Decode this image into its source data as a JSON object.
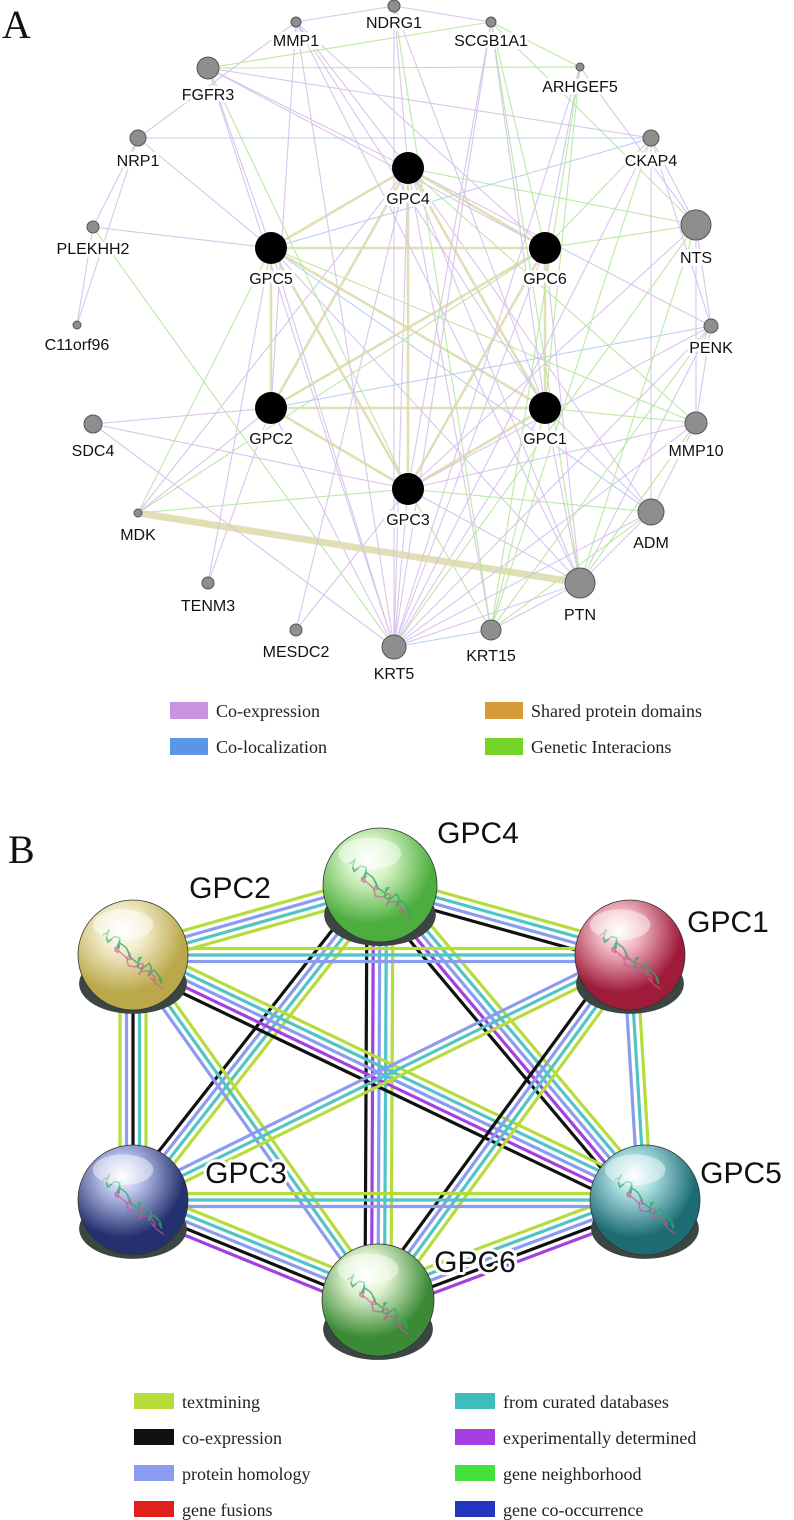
{
  "panel_a": {
    "letter": "A",
    "nodes": [
      {
        "id": "MMP1",
        "label": "MMP1",
        "type": "gray"
      },
      {
        "id": "NDRG1",
        "label": "NDRG1",
        "type": "gray"
      },
      {
        "id": "SCGB1A1",
        "label": "SCGB1A1",
        "type": "gray"
      },
      {
        "id": "FGFR3",
        "label": "FGFR3",
        "type": "gray"
      },
      {
        "id": "ARHGEF5",
        "label": "ARHGEF5",
        "type": "gray"
      },
      {
        "id": "NRP1",
        "label": "NRP1",
        "type": "gray"
      },
      {
        "id": "CKAP4",
        "label": "CKAP4",
        "type": "gray"
      },
      {
        "id": "GPC4",
        "label": "GPC4",
        "type": "query"
      },
      {
        "id": "PLEKHH2",
        "label": "PLEKHH2",
        "type": "gray"
      },
      {
        "id": "NTS",
        "label": "NTS",
        "type": "gray"
      },
      {
        "id": "GPC5",
        "label": "GPC5",
        "type": "query"
      },
      {
        "id": "GPC6",
        "label": "GPC6",
        "type": "query"
      },
      {
        "id": "C11orf96",
        "label": "C11orf96",
        "type": "gray"
      },
      {
        "id": "PENK",
        "label": "PENK",
        "type": "gray"
      },
      {
        "id": "SDC4",
        "label": "SDC4",
        "type": "gray"
      },
      {
        "id": "GPC2",
        "label": "GPC2",
        "type": "query"
      },
      {
        "id": "GPC1",
        "label": "GPC1",
        "type": "query"
      },
      {
        "id": "MMP10",
        "label": "MMP10",
        "type": "gray"
      },
      {
        "id": "MDK",
        "label": "MDK",
        "type": "gray"
      },
      {
        "id": "GPC3",
        "label": "GPC3",
        "type": "query"
      },
      {
        "id": "ADM",
        "label": "ADM",
        "type": "gray"
      },
      {
        "id": "TENM3",
        "label": "TENM3",
        "type": "gray"
      },
      {
        "id": "PTN",
        "label": "PTN",
        "type": "gray"
      },
      {
        "id": "MESDC2",
        "label": "MESDC2",
        "type": "gray"
      },
      {
        "id": "KRT5",
        "label": "KRT5",
        "type": "gray"
      },
      {
        "id": "KRT15",
        "label": "KRT15",
        "type": "gray"
      }
    ],
    "edges": [
      [
        "GPC4",
        "KRT5",
        "co-expression"
      ],
      [
        "GPC4",
        "KRT15",
        "co-expression"
      ],
      [
        "GPC4",
        "PTN",
        "co-expression"
      ],
      [
        "GPC4",
        "ADM",
        "co-expression"
      ],
      [
        "GPC4",
        "NTS",
        "genetic"
      ],
      [
        "GPC4",
        "MMP10",
        "genetic"
      ],
      [
        "GPC4",
        "PENK",
        "co-expression"
      ],
      [
        "GPC4",
        "MDK",
        "co-expression"
      ],
      [
        "GPC4",
        "GPC5",
        "shared"
      ],
      [
        "GPC4",
        "GPC6",
        "shared"
      ],
      [
        "GPC4",
        "GPC3",
        "shared"
      ],
      [
        "GPC4",
        "GPC2",
        "shared"
      ],
      [
        "GPC4",
        "GPC1",
        "shared"
      ],
      [
        "GPC4",
        "MMP1",
        "co-expression"
      ],
      [
        "GPC4",
        "NDRG1",
        "co-expression"
      ],
      [
        "GPC4",
        "FGFR3",
        "co-expression"
      ],
      [
        "GPC5",
        "GPC6",
        "shared"
      ],
      [
        "GPC5",
        "GPC3",
        "shared"
      ],
      [
        "GPC5",
        "GPC2",
        "shared"
      ],
      [
        "GPC5",
        "GPC1",
        "shared"
      ],
      [
        "GPC5",
        "PLEKHH2",
        "co-expression"
      ],
      [
        "GPC5",
        "NRP1",
        "co-expression"
      ],
      [
        "GPC5",
        "PTN",
        "co-expression"
      ],
      [
        "GPC5",
        "KRT5",
        "co-expression"
      ],
      [
        "GPC5",
        "MMP10",
        "genetic"
      ],
      [
        "GPC5",
        "CKAP4",
        "co-localization"
      ],
      [
        "GPC5",
        "FGFR3",
        "co-expression"
      ],
      [
        "GPC5",
        "ADM",
        "co-localization"
      ],
      [
        "GPC6",
        "GPC3",
        "shared"
      ],
      [
        "GPC6",
        "GPC2",
        "shared"
      ],
      [
        "GPC6",
        "GPC1",
        "shared"
      ],
      [
        "GPC6",
        "NTS",
        "genetic"
      ],
      [
        "GPC6",
        "FGFR3",
        "co-expression"
      ],
      [
        "GPC6",
        "MMP1",
        "co-expression"
      ],
      [
        "GPC6",
        "KRT5",
        "co-expression"
      ],
      [
        "GPC6",
        "PTN",
        "co-expression"
      ],
      [
        "GPC6",
        "MDK",
        "genetic"
      ],
      [
        "GPC6",
        "SCGB1A1",
        "genetic"
      ],
      [
        "GPC6",
        "ARHGEF5",
        "co-expression"
      ],
      [
        "GPC6",
        "CKAP4",
        "genetic"
      ],
      [
        "GPC2",
        "GPC3",
        "shared"
      ],
      [
        "GPC2",
        "GPC1",
        "shared"
      ],
      [
        "GPC2",
        "SDC4",
        "co-expression"
      ],
      [
        "GPC2",
        "TENM3",
        "co-expression"
      ],
      [
        "GPC2",
        "KRT5",
        "co-expression"
      ],
      [
        "GPC2",
        "MDK",
        "co-expression"
      ],
      [
        "GPC2",
        "PENK",
        "co-localization"
      ],
      [
        "GPC2",
        "MMP1",
        "co-expression"
      ],
      [
        "GPC1",
        "GPC3",
        "shared"
      ],
      [
        "GPC1",
        "KRT15",
        "genetic"
      ],
      [
        "GPC1",
        "KRT5",
        "co-expression"
      ],
      [
        "GPC1",
        "PTN",
        "co-expression"
      ],
      [
        "GPC1",
        "NDRG1",
        "co-expression"
      ],
      [
        "GPC1",
        "SCGB1A1",
        "co-expression"
      ],
      [
        "GPC1",
        "MMP10",
        "genetic"
      ],
      [
        "GPC1",
        "ADM",
        "co-expression"
      ],
      [
        "GPC1",
        "ARHGEF5",
        "genetic"
      ],
      [
        "GPC3",
        "KRT5",
        "co-expression"
      ],
      [
        "GPC3",
        "KRT15",
        "genetic"
      ],
      [
        "GPC3",
        "PTN",
        "co-expression"
      ],
      [
        "GPC3",
        "ADM",
        "genetic"
      ],
      [
        "GPC3",
        "MMP10",
        "co-expression"
      ],
      [
        "GPC3",
        "PENK",
        "co-expression"
      ],
      [
        "GPC3",
        "NTS",
        "co-expression"
      ],
      [
        "GPC3",
        "MDK",
        "genetic"
      ],
      [
        "GPC3",
        "FGFR3",
        "genetic"
      ],
      [
        "GPC3",
        "SCGB1A1",
        "co-expression"
      ],
      [
        "GPC3",
        "MESDC2",
        "co-expression"
      ],
      [
        "GPC3",
        "SDC4",
        "co-expression"
      ],
      [
        "MDK",
        "PTN",
        "shared"
      ],
      [
        "MMP1",
        "KRT5",
        "co-expression"
      ],
      [
        "MMP1",
        "NDRG1",
        "co-expression"
      ],
      [
        "MMP1",
        "GPC1",
        "co-expression"
      ],
      [
        "NDRG1",
        "KRT5",
        "co-expression"
      ],
      [
        "NDRG1",
        "KRT15",
        "genetic"
      ],
      [
        "NDRG1",
        "SCGB1A1",
        "co-expression"
      ],
      [
        "SCGB1A1",
        "KRT5",
        "co-expression"
      ],
      [
        "SCGB1A1",
        "ARHGEF5",
        "genetic"
      ],
      [
        "SCGB1A1",
        "PTN",
        "genetic"
      ],
      [
        "SCGB1A1",
        "NTS",
        "genetic"
      ],
      [
        "SCGB1A1",
        "FGFR3",
        "genetic"
      ],
      [
        "FGFR3",
        "ARHGEF5",
        "genetic"
      ],
      [
        "FGFR3",
        "CKAP4",
        "co-expression"
      ],
      [
        "ARHGEF5",
        "NTS",
        "co-expression"
      ],
      [
        "ARHGEF5",
        "KRT5",
        "co-expression"
      ],
      [
        "ARHGEF5",
        "KRT15",
        "genetic"
      ],
      [
        "CKAP4",
        "NTS",
        "co-expression"
      ],
      [
        "CKAP4",
        "KRT15",
        "genetic"
      ],
      [
        "CKAP4",
        "ADM",
        "co-expression"
      ],
      [
        "CKAP4",
        "KRT5",
        "co-expression"
      ],
      [
        "CKAP4",
        "PENK",
        "co-expression"
      ],
      [
        "NTS",
        "PENK",
        "co-expression"
      ],
      [
        "NTS",
        "KRT5",
        "genetic"
      ],
      [
        "NTS",
        "MMP10",
        "co-expression"
      ],
      [
        "NTS",
        "PTN",
        "genetic"
      ],
      [
        "PENK",
        "KRT5",
        "co-expression"
      ],
      [
        "PENK",
        "PTN",
        "co-expression"
      ],
      [
        "PENK",
        "MMP10",
        "co-expression"
      ],
      [
        "PENK",
        "KRT15",
        "genetic"
      ],
      [
        "MMP10",
        "ADM",
        "co-expression"
      ],
      [
        "MMP10",
        "KRT5",
        "co-expression"
      ],
      [
        "MMP10",
        "PTN",
        "genetic"
      ],
      [
        "ADM",
        "KRT5",
        "co-expression"
      ],
      [
        "ADM",
        "KRT15",
        "genetic"
      ],
      [
        "ADM",
        "PTN",
        "co-expression"
      ],
      [
        "PTN",
        "KRT5",
        "co-expression"
      ],
      [
        "PTN",
        "KRT15",
        "co-expression"
      ],
      [
        "KRT5",
        "KRT15",
        "co-localization"
      ],
      [
        "NRP1",
        "PLEKHH2",
        "co-expression"
      ],
      [
        "NRP1",
        "C11orf96",
        "co-expression"
      ],
      [
        "NRP1",
        "CKAP4",
        "co-localization"
      ],
      [
        "NRP1",
        "MMP1",
        "co-expression"
      ],
      [
        "PLEKHH2",
        "C11orf96",
        "co-expression"
      ],
      [
        "PLEKHH2",
        "KRT5",
        "genetic"
      ],
      [
        "SDC4",
        "KRT5",
        "co-expression"
      ],
      [
        "TENM3",
        "GPC5",
        "co-expression"
      ],
      [
        "MDK",
        "GPC5",
        "genetic"
      ],
      [
        "MESDC2",
        "GPC4",
        "co-expression"
      ],
      [
        "FGFR3",
        "KRT5",
        "co-expression"
      ],
      [
        "MMP1",
        "PTN",
        "co-expression"
      ]
    ],
    "legend": [
      {
        "label": "Co-expression",
        "color": "#c893e0"
      },
      {
        "label": "Shared protein domains",
        "color": "#d69b3a"
      },
      {
        "label": "Co-localization",
        "color": "#5a95e8"
      },
      {
        "label": "Genetic Interacions",
        "color": "#74d428"
      }
    ],
    "edge_colors": {
      "co-expression": "#d7c2ec",
      "co-localization": "#b2d0ef",
      "genetic": "#b6e8a0",
      "shared": "#dedcae"
    }
  },
  "panel_b": {
    "letter": "B",
    "nodes": [
      {
        "id": "GPC4",
        "label": "GPC4",
        "color": "#4cae3e",
        "light": "#d6f3c4"
      },
      {
        "id": "GPC2",
        "label": "GPC2",
        "color": "#bba84a",
        "light": "#f3efd0"
      },
      {
        "id": "GPC1",
        "label": "GPC1",
        "color": "#9e1b3a",
        "light": "#f2b8c4"
      },
      {
        "id": "GPC3",
        "label": "GPC3",
        "color": "#25306f",
        "light": "#b6bfe8"
      },
      {
        "id": "GPC5",
        "label": "GPC5",
        "color": "#1d6c74",
        "light": "#a8dcdf"
      },
      {
        "id": "GPC6",
        "label": "GPC6",
        "color": "#3b8a35",
        "light": "#dff2cf"
      }
    ],
    "edges": [
      {
        "a": "GPC2",
        "b": "GPC4",
        "types": [
          "textmining",
          "homology",
          "curated",
          "textmining"
        ]
      },
      {
        "a": "GPC4",
        "b": "GPC1",
        "types": [
          "textmining",
          "curated",
          "homology",
          "coexpression"
        ]
      },
      {
        "a": "GPC2",
        "b": "GPC3",
        "types": [
          "textmining",
          "curated",
          "coexpression",
          "homology",
          "textmining"
        ]
      },
      {
        "a": "GPC1",
        "b": "GPC5",
        "types": [
          "textmining",
          "curated",
          "homology"
        ]
      },
      {
        "a": "GPC3",
        "b": "GPC6",
        "types": [
          "textmining",
          "curated",
          "homology",
          "coexpression",
          "experimental"
        ]
      },
      {
        "a": "GPC6",
        "b": "GPC5",
        "types": [
          "textmining",
          "curated",
          "homology",
          "coexpression",
          "experimental"
        ]
      },
      {
        "a": "GPC4",
        "b": "GPC3",
        "types": [
          "textmining",
          "curated",
          "homology",
          "coexpression"
        ]
      },
      {
        "a": "GPC4",
        "b": "GPC6",
        "types": [
          "textmining",
          "curated",
          "homology",
          "experimental",
          "coexpression"
        ]
      },
      {
        "a": "GPC4",
        "b": "GPC5",
        "types": [
          "textmining",
          "curated",
          "homology",
          "experimental",
          "coexpression"
        ]
      },
      {
        "a": "GPC2",
        "b": "GPC1",
        "types": [
          "textmining",
          "curated",
          "homology"
        ]
      },
      {
        "a": "GPC2",
        "b": "GPC6",
        "types": [
          "textmining",
          "curated",
          "homology"
        ]
      },
      {
        "a": "GPC2",
        "b": "GPC5",
        "types": [
          "textmining",
          "curated",
          "homology",
          "experimental",
          "coexpression"
        ]
      },
      {
        "a": "GPC1",
        "b": "GPC3",
        "types": [
          "textmining",
          "curated",
          "homology"
        ]
      },
      {
        "a": "GPC1",
        "b": "GPC6",
        "types": [
          "textmining",
          "curated",
          "homology",
          "coexpression"
        ]
      },
      {
        "a": "GPC3",
        "b": "GPC5",
        "types": [
          "textmining",
          "curated",
          "homology"
        ]
      }
    ],
    "legend": [
      {
        "label": "textmining",
        "color": "#b4dd3c"
      },
      {
        "label": "from curated databases",
        "color": "#3fbcbc"
      },
      {
        "label": "co-expression",
        "color": "#111111"
      },
      {
        "label": "experimentally determined",
        "color": "#a440e0"
      },
      {
        "label": "protein homology",
        "color": "#8a9cef"
      },
      {
        "label": "gene neighborhood",
        "color": "#46e03c"
      },
      {
        "label": "gene fusions",
        "color": "#e0201a"
      },
      {
        "label": "gene co-occurrence",
        "color": "#2236c0"
      }
    ],
    "edge_colors": {
      "textmining": "#b4dd3c",
      "curated": "#52c4c4",
      "coexpression": "#111111",
      "experimental": "#a440e0",
      "homology": "#8a9cef"
    }
  }
}
